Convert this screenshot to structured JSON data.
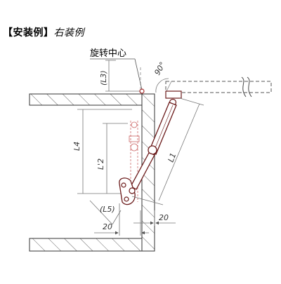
{
  "header": {
    "title_main": "【安装例】",
    "title_sub": "右装例"
  },
  "labels": {
    "rotation_center": "旋转中心",
    "l3": "(L3)",
    "l4": "L4",
    "l2": "L'2",
    "l1": "L1",
    "l5": "(L5)",
    "dim_20_left": "20",
    "dim_20_right": "20",
    "angle": "90°"
  },
  "colors": {
    "cabinet_line": "#333333",
    "hatch": "#555555",
    "dim_line": "#555555",
    "stay_body": "#6b1a1a",
    "stay_fill": "#ffffff",
    "ghost": "#cc6666"
  },
  "icons": {
    "break_mark": "break-symbol-icon",
    "pivot": "pivot-icon"
  }
}
